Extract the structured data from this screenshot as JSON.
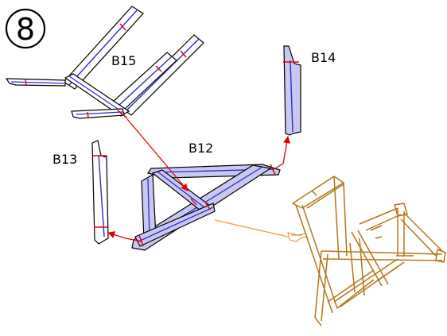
{
  "step": {
    "number": "8"
  },
  "parts": [
    {
      "id": "B15",
      "label": "B15"
    },
    {
      "id": "B14",
      "label": "B14"
    },
    {
      "id": "B12",
      "label": "B12"
    },
    {
      "id": "B13",
      "label": "B13"
    }
  ],
  "colors": {
    "beam_fill": "#c8c8f0",
    "beam_centerline": "#2b2bd6",
    "assembly_arrow": "#e00000",
    "placement_arrow": "#f0a030",
    "assembled_frame": "#b87418",
    "outline": "#000000"
  },
  "icons": [
    "assembly-arrow-icon",
    "placement-arrow-icon",
    "hand-pointer-icon"
  ]
}
